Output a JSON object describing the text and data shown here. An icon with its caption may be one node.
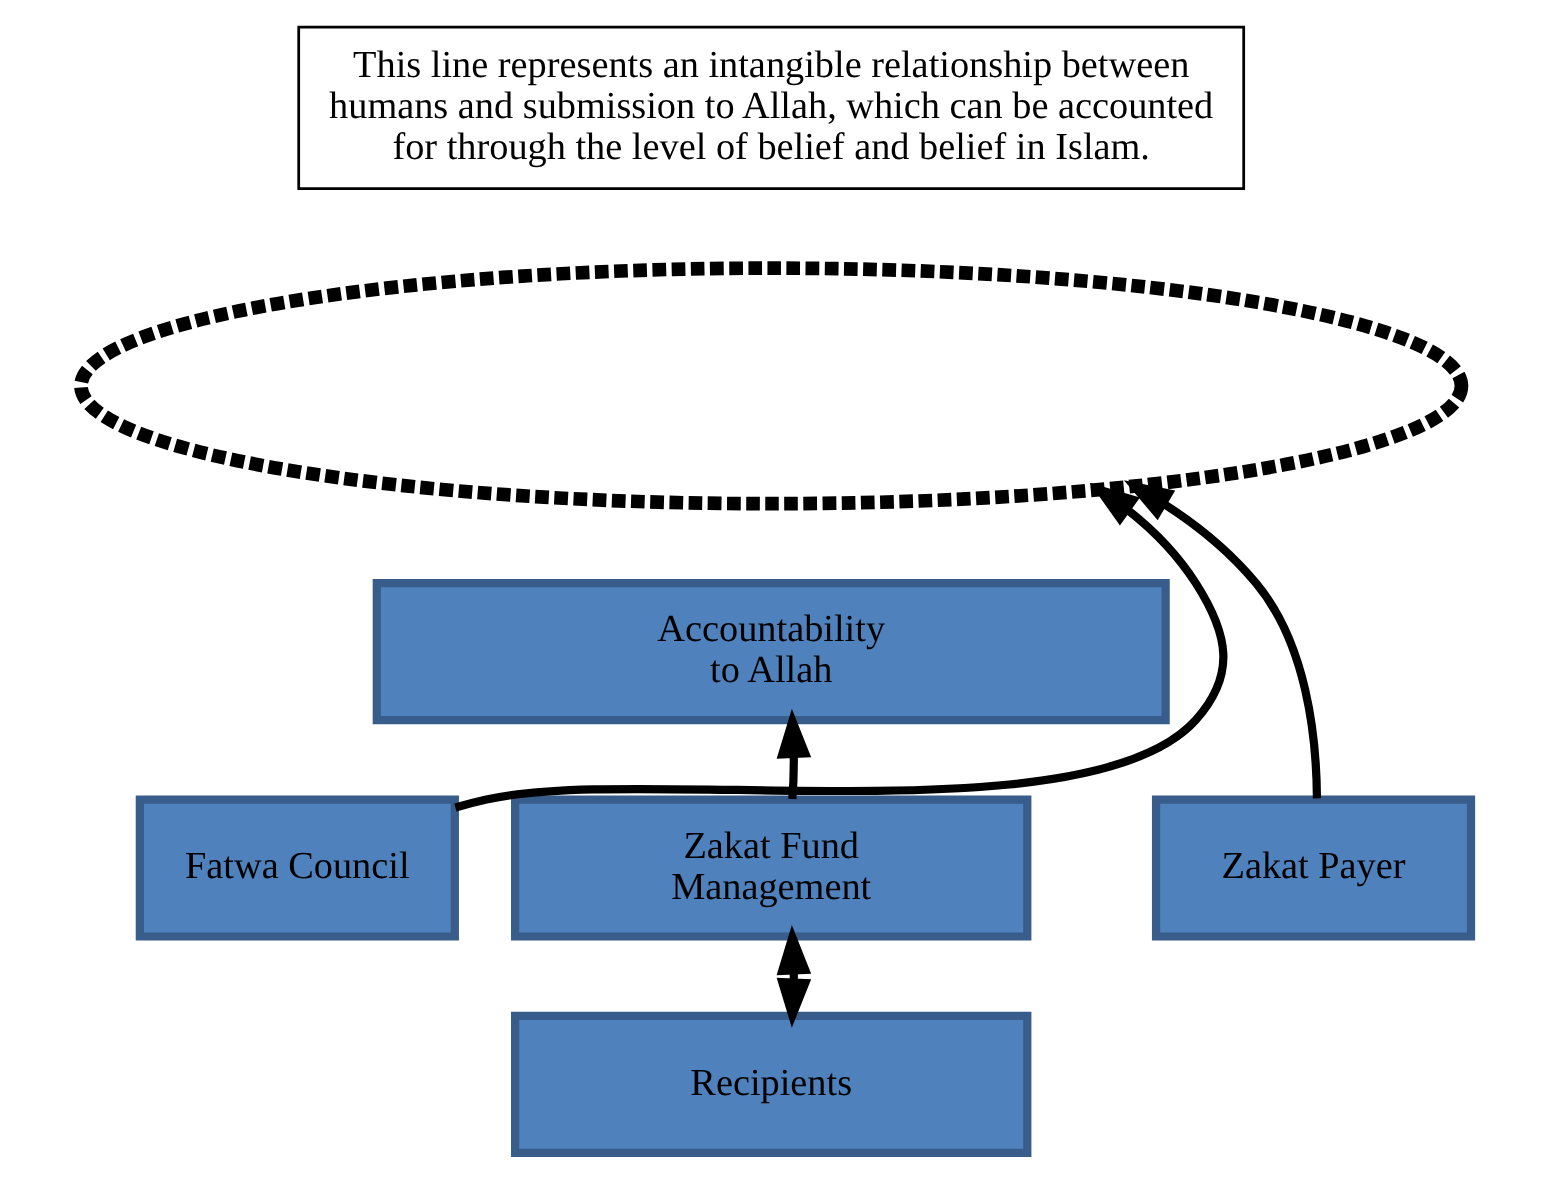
{
  "diagram": {
    "nodes": [
      {
        "text": [
          "This line represents an intangible relationship between humans and submission to Allah, which can be accounted for through the level of belief and belief in Islam."
        ]
      },
      {
        "text": [],
        "shape": "curve"
      },
      {
        "text": [
          "Accountability to Allah"
        ]
      },
      {
        "text": [
          "Fatwa Council"
        ]
      },
      {
        "text": [
          "Zakat Fund Management"
        ]
      },
      {
        "text": [
          "Zakat Payer"
        ]
      },
      {
        "text": [
          "Recipients"
        ]
      }
    ],
    "edges": [
      {
        "from": 3,
        "to": 1,
        "arrow": "to"
      },
      {
        "from": 4,
        "to": 2,
        "arrow": "to"
      },
      {
        "from": 5,
        "to": 1,
        "arrow": "to"
      },
      {
        "from": 4,
        "to": 6,
        "arrow": "both"
      }
    ]
  }
}
